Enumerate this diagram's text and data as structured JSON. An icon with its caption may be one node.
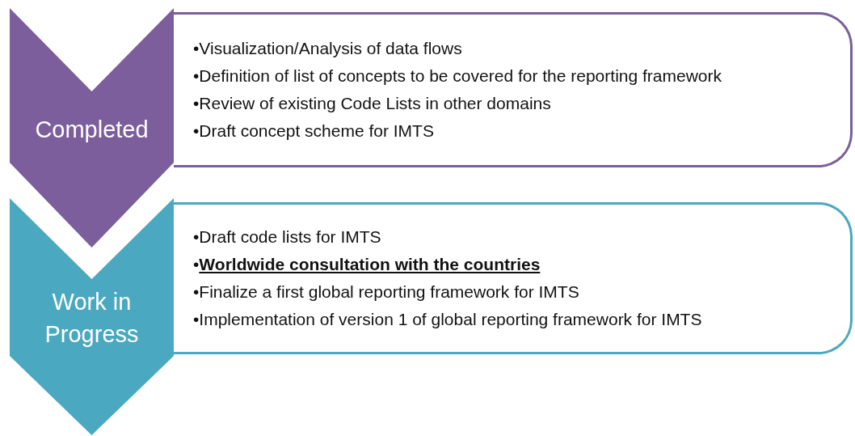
{
  "diagram": {
    "nodes": [
      {
        "text": [
          "Completed"
        ]
      },
      {
        "text": [
          "•Visualization/Analysis of data flows",
          "•Definition of list of concepts to be covered for the reporting framework",
          "•Review of existing Code Lists in other domains",
          "•Draft concept scheme for IMTS"
        ]
      },
      {
        "text": [
          "Work in Progress"
        ]
      },
      {
        "text": [
          "•Draft code lists for IMTS",
          "•**Worldwide consultation with the countries**",
          "•Finalize a first global reporting framework for IMTS",
          "•Implementation of version 1 of global reporting framework for IMTS"
        ]
      }
    ]
  }
}
